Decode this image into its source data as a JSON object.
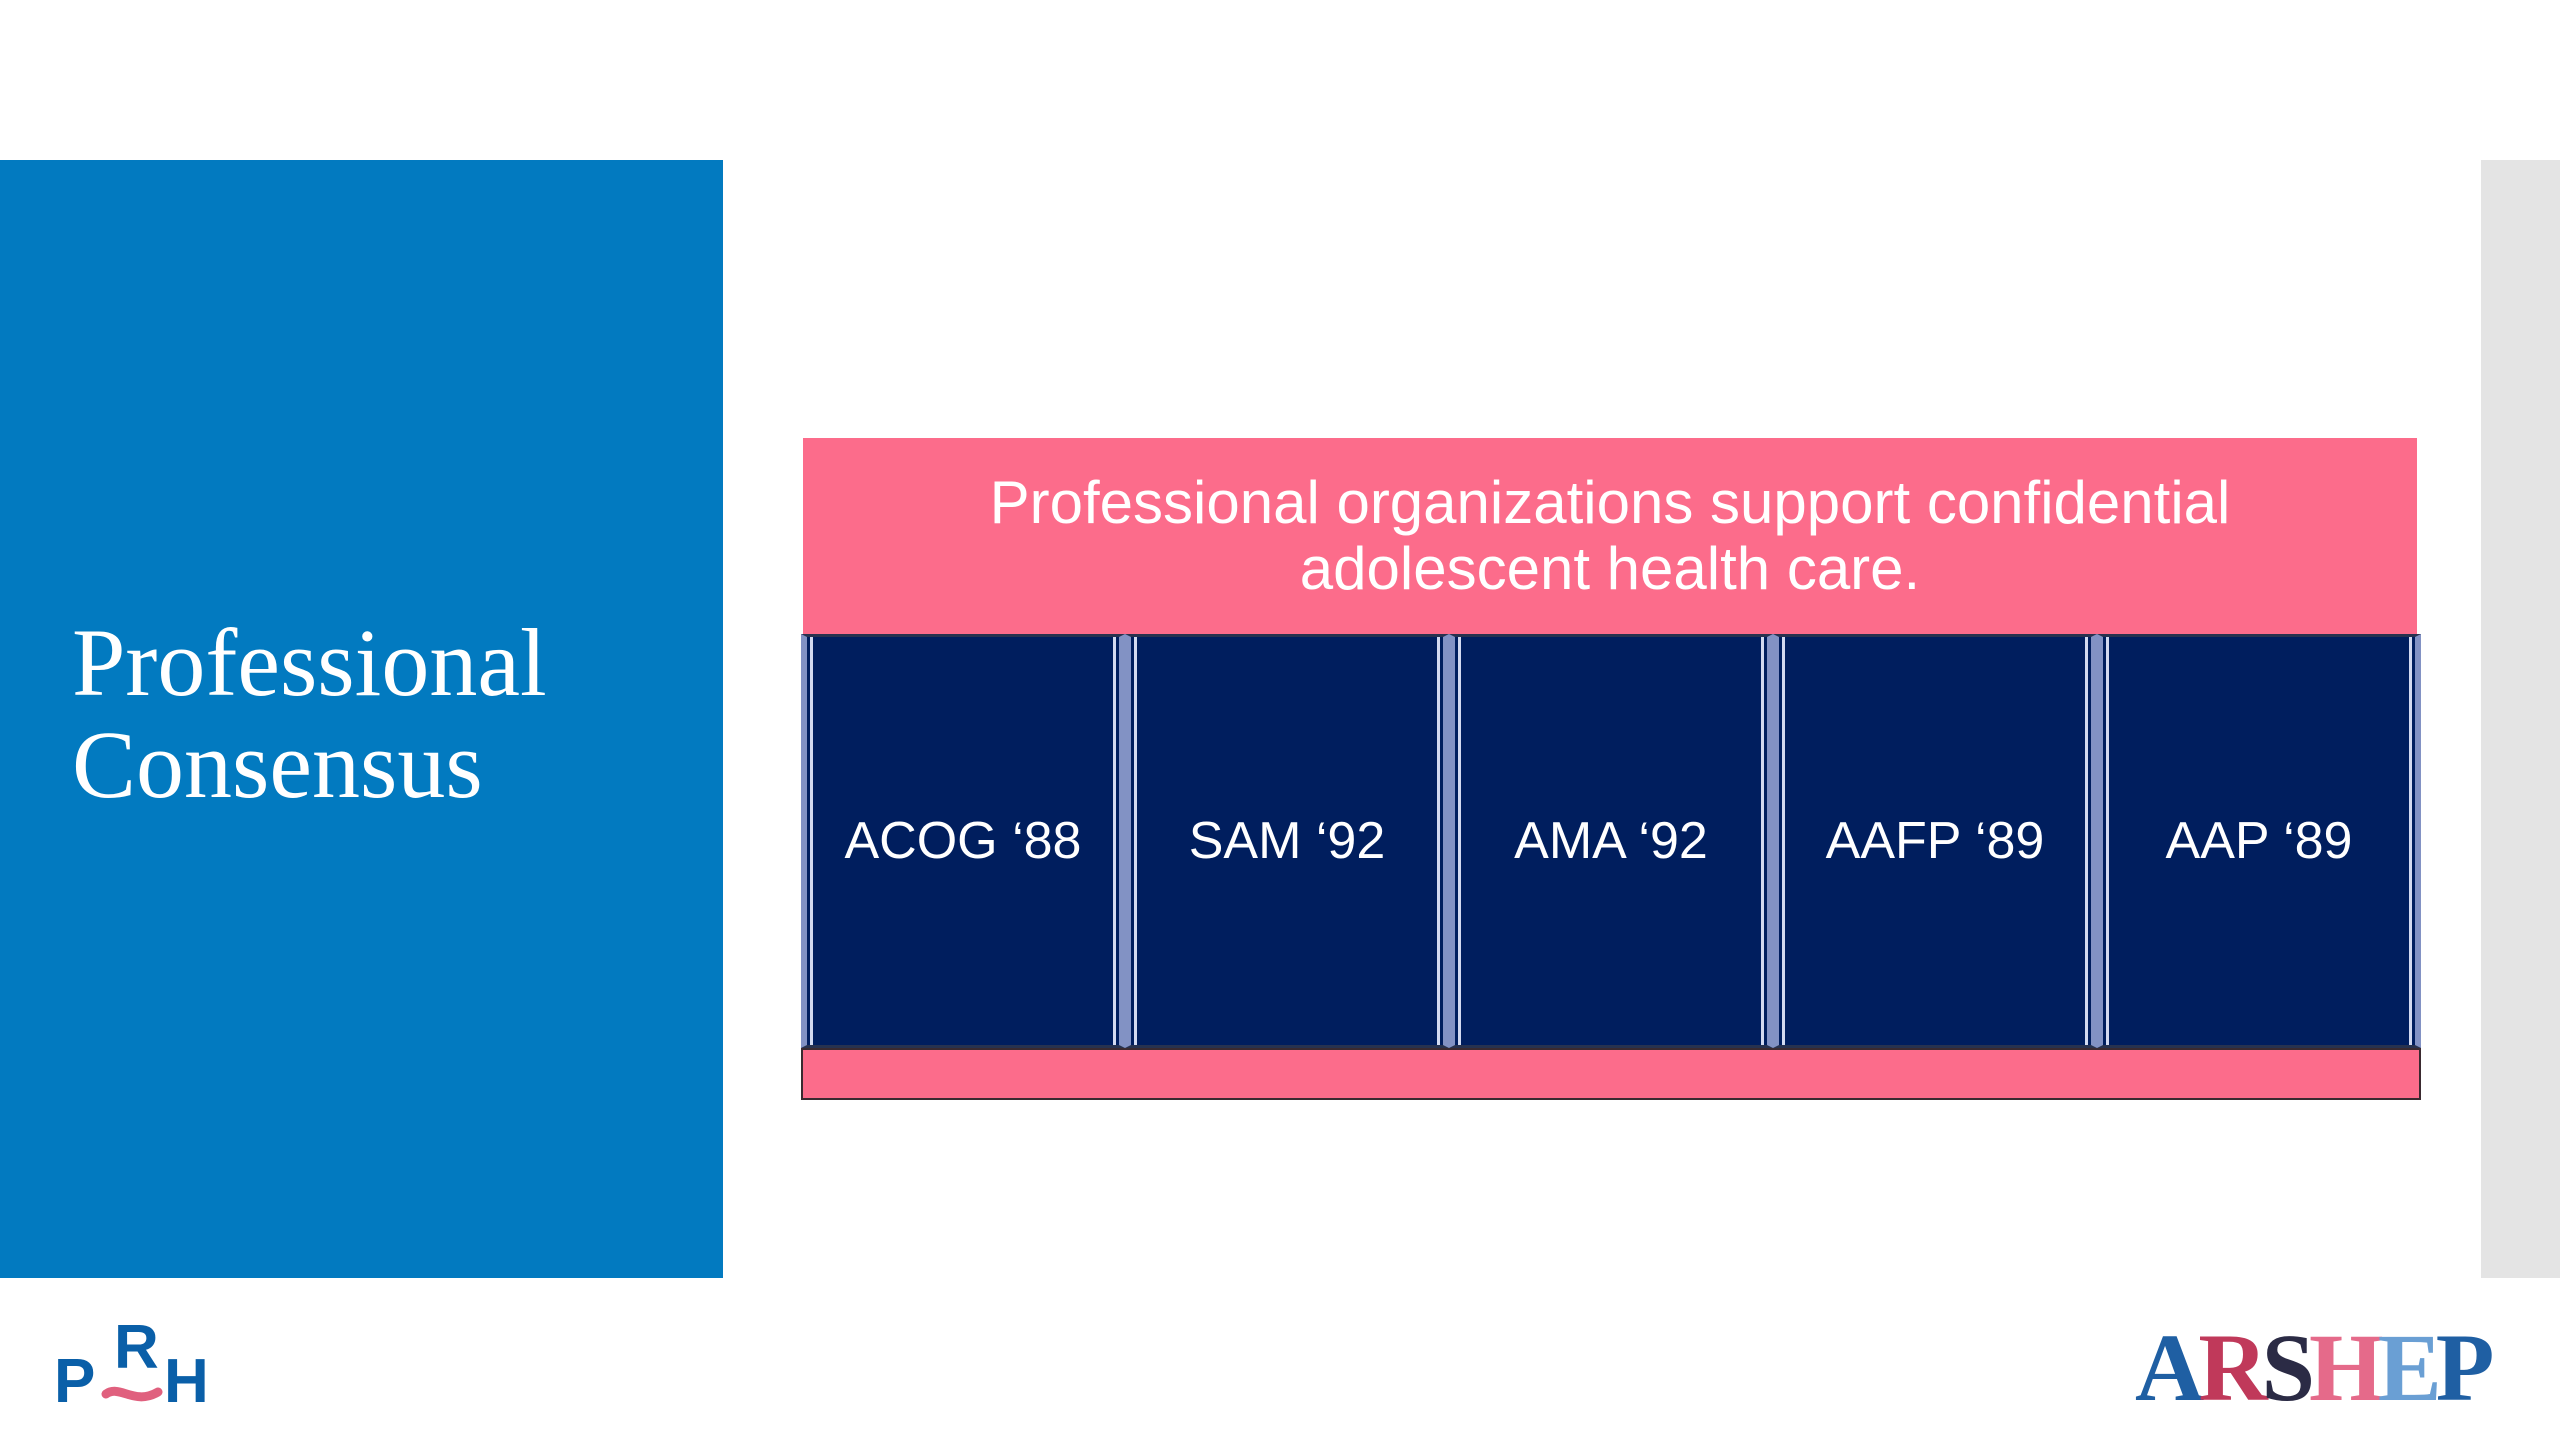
{
  "slide": {
    "title_line1": "Professional",
    "title_line2": "Consensus",
    "banner_text": "Professional organizations support confidential adolescent health care.",
    "pillars": [
      {
        "label": "ACOG ‘88"
      },
      {
        "label": "SAM ‘92"
      },
      {
        "label": "AMA ‘92"
      },
      {
        "label": "AAFP ‘89"
      },
      {
        "label": "AAP ‘89"
      }
    ]
  },
  "logos": {
    "left": {
      "letters": [
        "P",
        "R",
        "H"
      ]
    },
    "right": {
      "letters": [
        "A",
        "R",
        "S",
        "H",
        "E",
        "P"
      ]
    }
  },
  "colors": {
    "title_panel": "#027ac0",
    "banner": "#fc6c8b",
    "pillar": "#001e5e",
    "strip": "#e4e4e4"
  }
}
